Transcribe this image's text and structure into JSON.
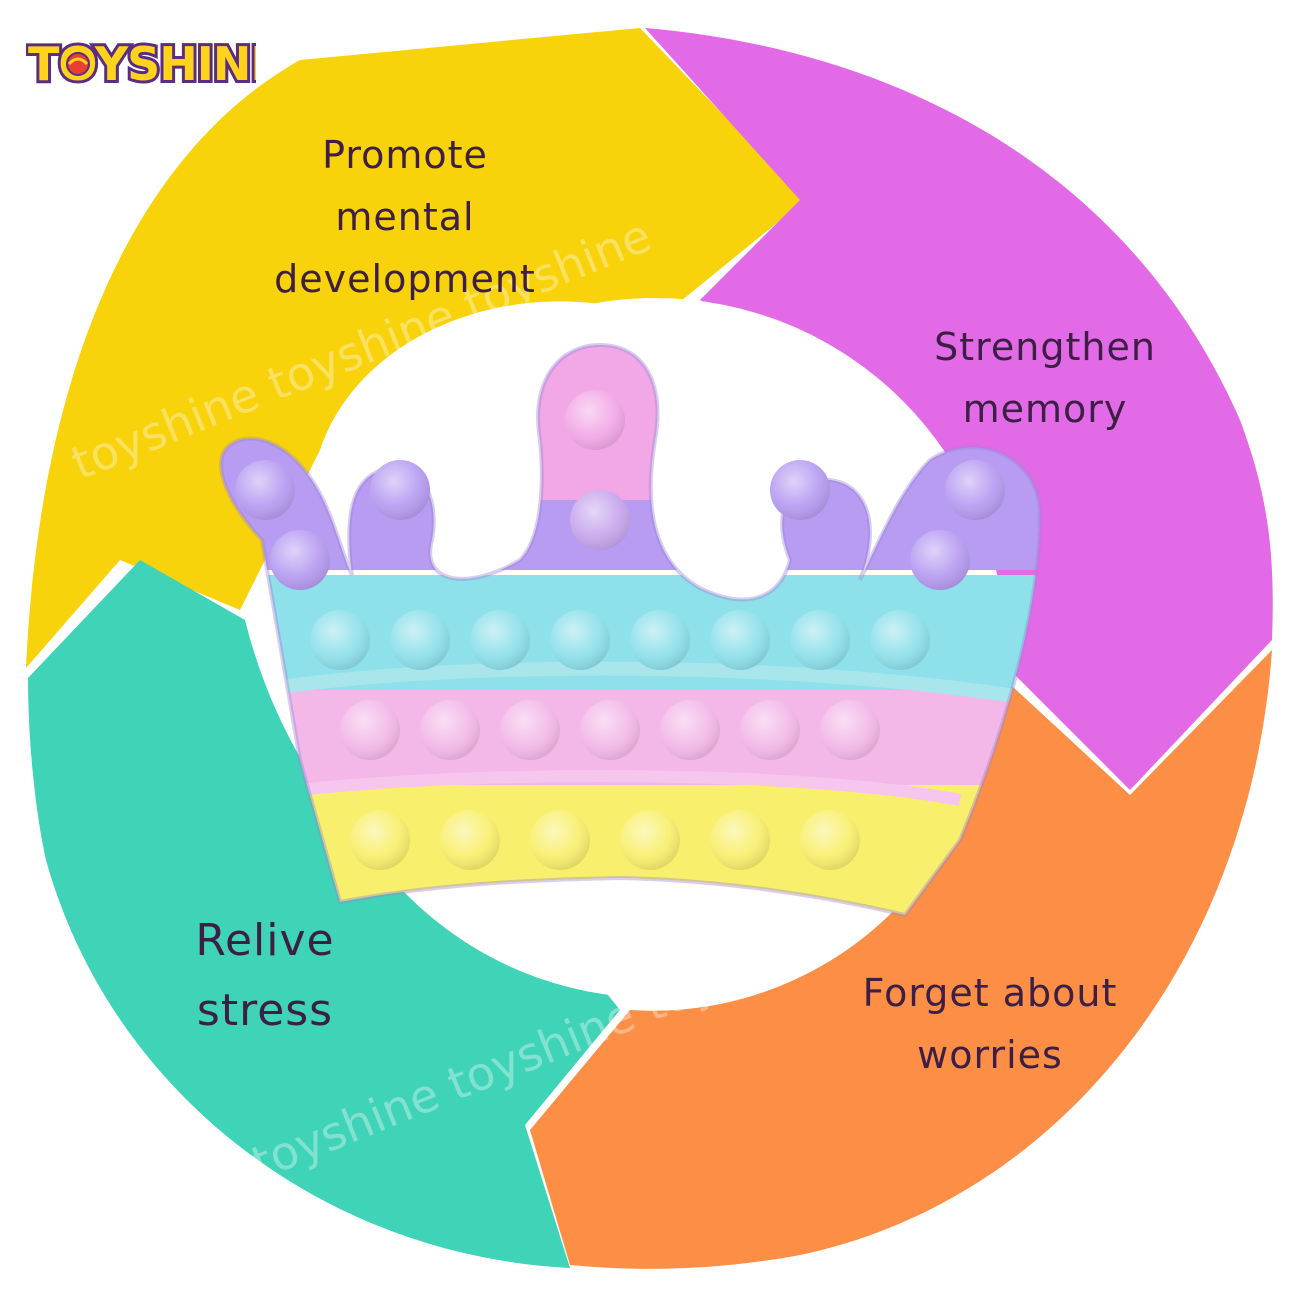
{
  "brand": {
    "name": "TOYSHINE"
  },
  "watermark": {
    "text": "toyshine toyshine toyshine"
  },
  "colors": {
    "yellow": "#f8d20a",
    "magenta": "#e36ae6",
    "orange": "#fc8e45",
    "teal": "#3fd3b7",
    "text": "#3d1e44"
  },
  "benefits": [
    {
      "lines": [
        "Promote",
        "mental",
        "development"
      ],
      "color": "yellow"
    },
    {
      "lines": [
        "Strengthen",
        "memory"
      ],
      "color": "magenta"
    },
    {
      "lines": [
        "Forget about",
        "worries"
      ],
      "color": "orange"
    },
    {
      "lines": [
        "Relive",
        "stress"
      ],
      "color": "teal"
    }
  ],
  "product": {
    "name": "crown pop-it fidget toy"
  }
}
